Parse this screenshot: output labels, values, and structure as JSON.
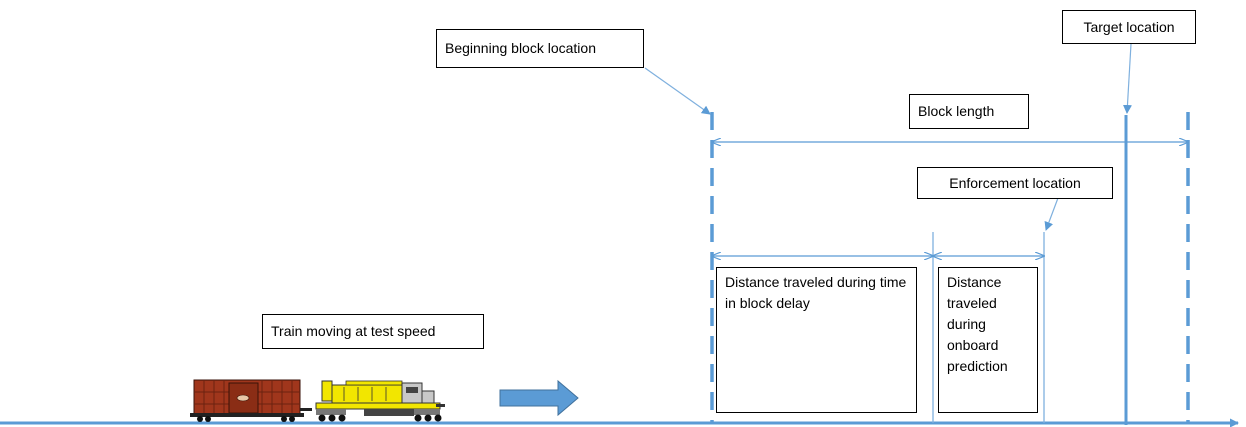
{
  "labels": {
    "beginning_block": "Beginning block location",
    "target": "Target location",
    "block_length": "Block length",
    "enforcement": "Enforcement location",
    "distance_block_delay": "Distance traveled during time in block delay",
    "distance_onboard": "Distance traveled during onboard prediction",
    "train": "Train moving at test speed"
  },
  "colors": {
    "line": "#5b9bd5",
    "thin_line": "#7fb0de",
    "text": "#000000",
    "boxcar": "#a0361c",
    "locomotive": "#f2e600"
  },
  "icons": {
    "train": "train-icon",
    "direction": "right-arrow-icon"
  }
}
